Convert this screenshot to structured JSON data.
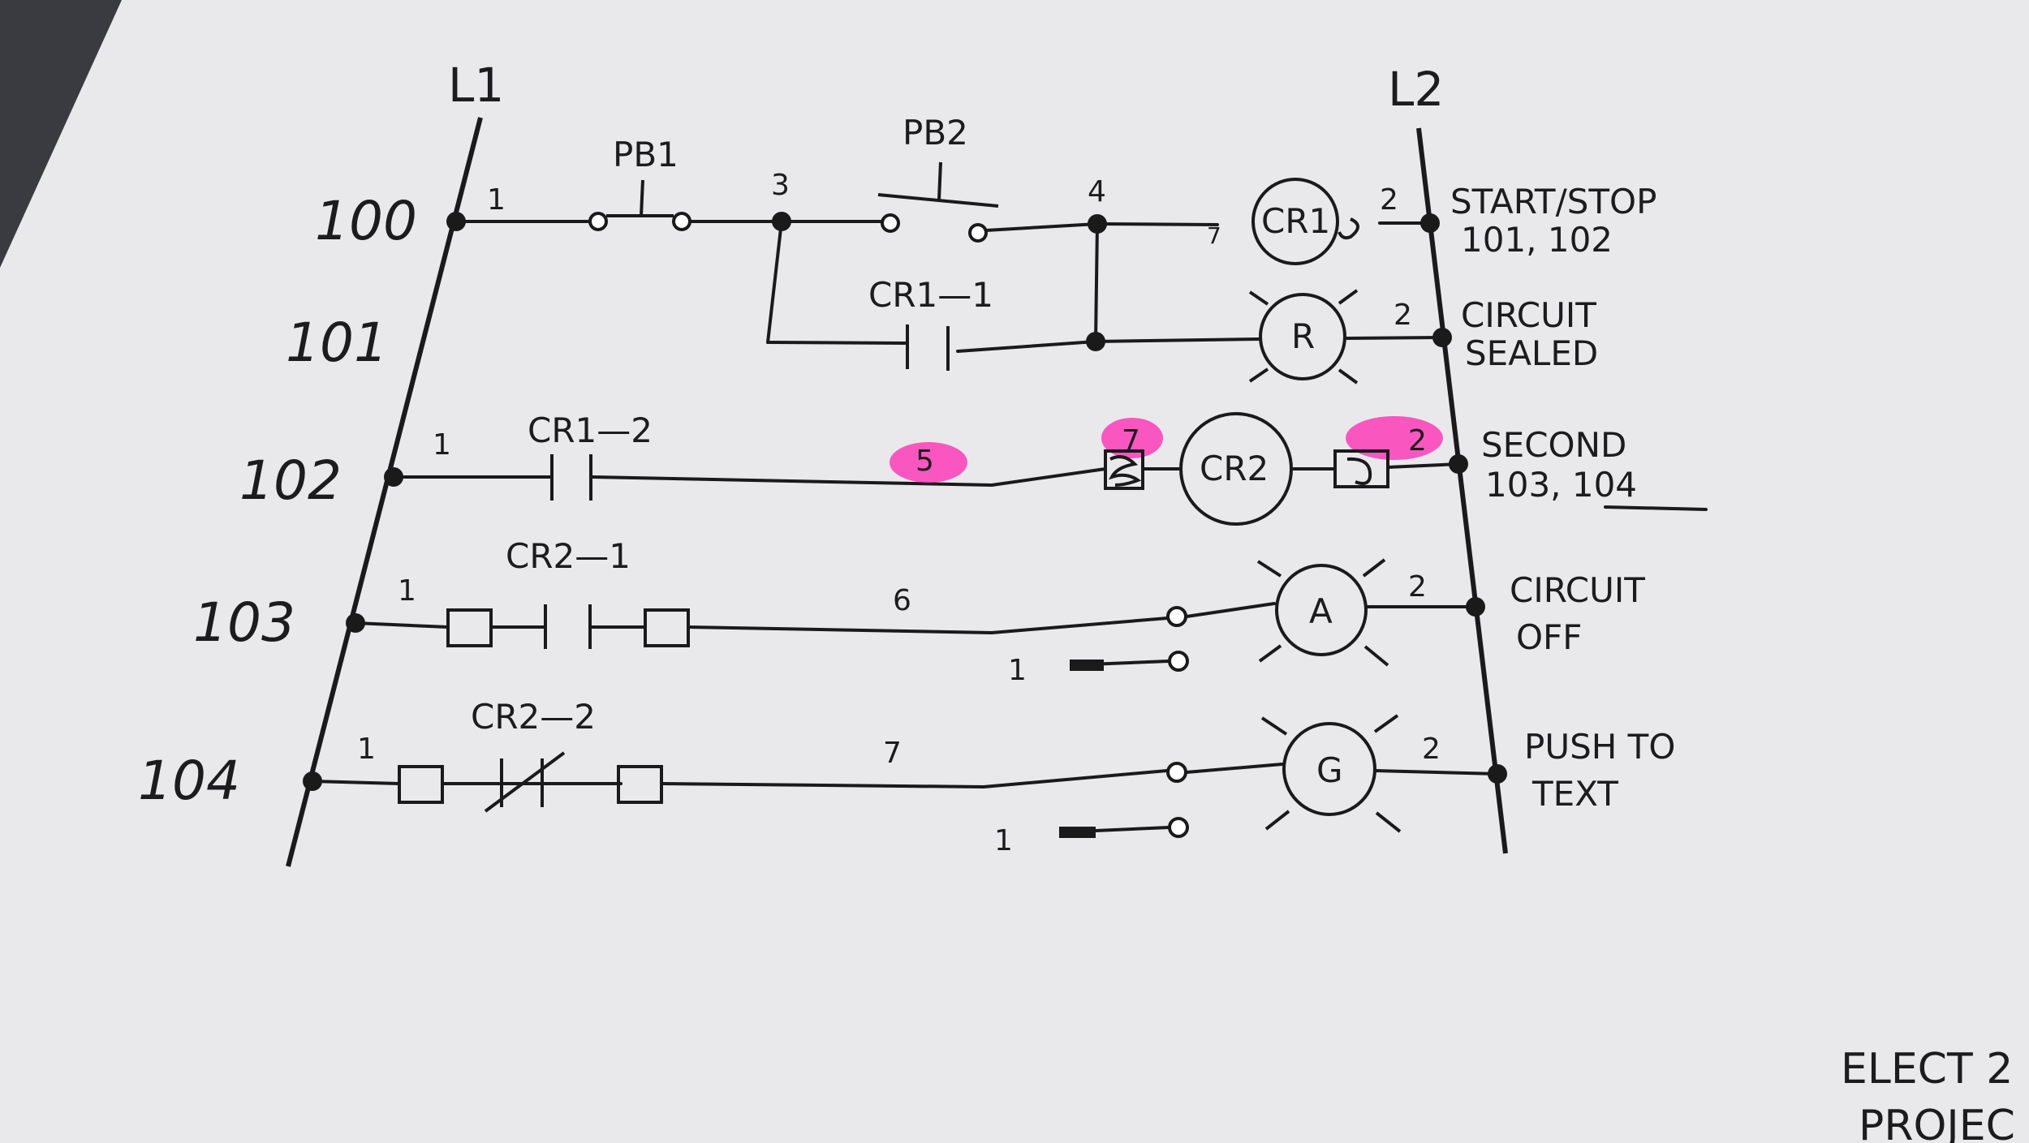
{
  "rails": {
    "left": "L1",
    "right": "L2"
  },
  "rungs": [
    {
      "number": "100",
      "description": [
        "START/STOP",
        "101, 102"
      ]
    },
    {
      "number": "101",
      "description": [
        "CIRCUIT",
        "SEALED"
      ]
    },
    {
      "number": "102",
      "description": [
        "SECOND",
        "103, 104"
      ]
    },
    {
      "number": "103",
      "description": [
        "CIRCUIT",
        "OFF"
      ]
    },
    {
      "number": "104",
      "description": [
        "PUSH TO",
        "TEXT"
      ]
    }
  ],
  "components": {
    "pb1": "PB1",
    "pb2": "PB2",
    "cr1": "CR1",
    "r": "R",
    "cr2": "CR2",
    "a": "A",
    "g": "G",
    "cr1_1": "CR1—1",
    "cr1_2": "CR1—2",
    "cr2_1": "CR2—1",
    "cr2_2": "CR2—2"
  },
  "wires": {
    "w100_1": "1",
    "w100_3": "3",
    "w100_4": "4",
    "w100_7": "7",
    "w100_2": "2",
    "w101_2": "2",
    "w102_1": "1",
    "w102_5": "5",
    "w102_7": "7",
    "w102_2": "2",
    "w103_1": "1",
    "w103_6": "6",
    "w103_2": "2",
    "w103_sw": "1",
    "w104_1": "1",
    "w104_7": "7",
    "w104_2": "2",
    "w104_sw": "1"
  },
  "title_block": {
    "line1": "ELECT 2",
    "line2": "PROJEC"
  }
}
